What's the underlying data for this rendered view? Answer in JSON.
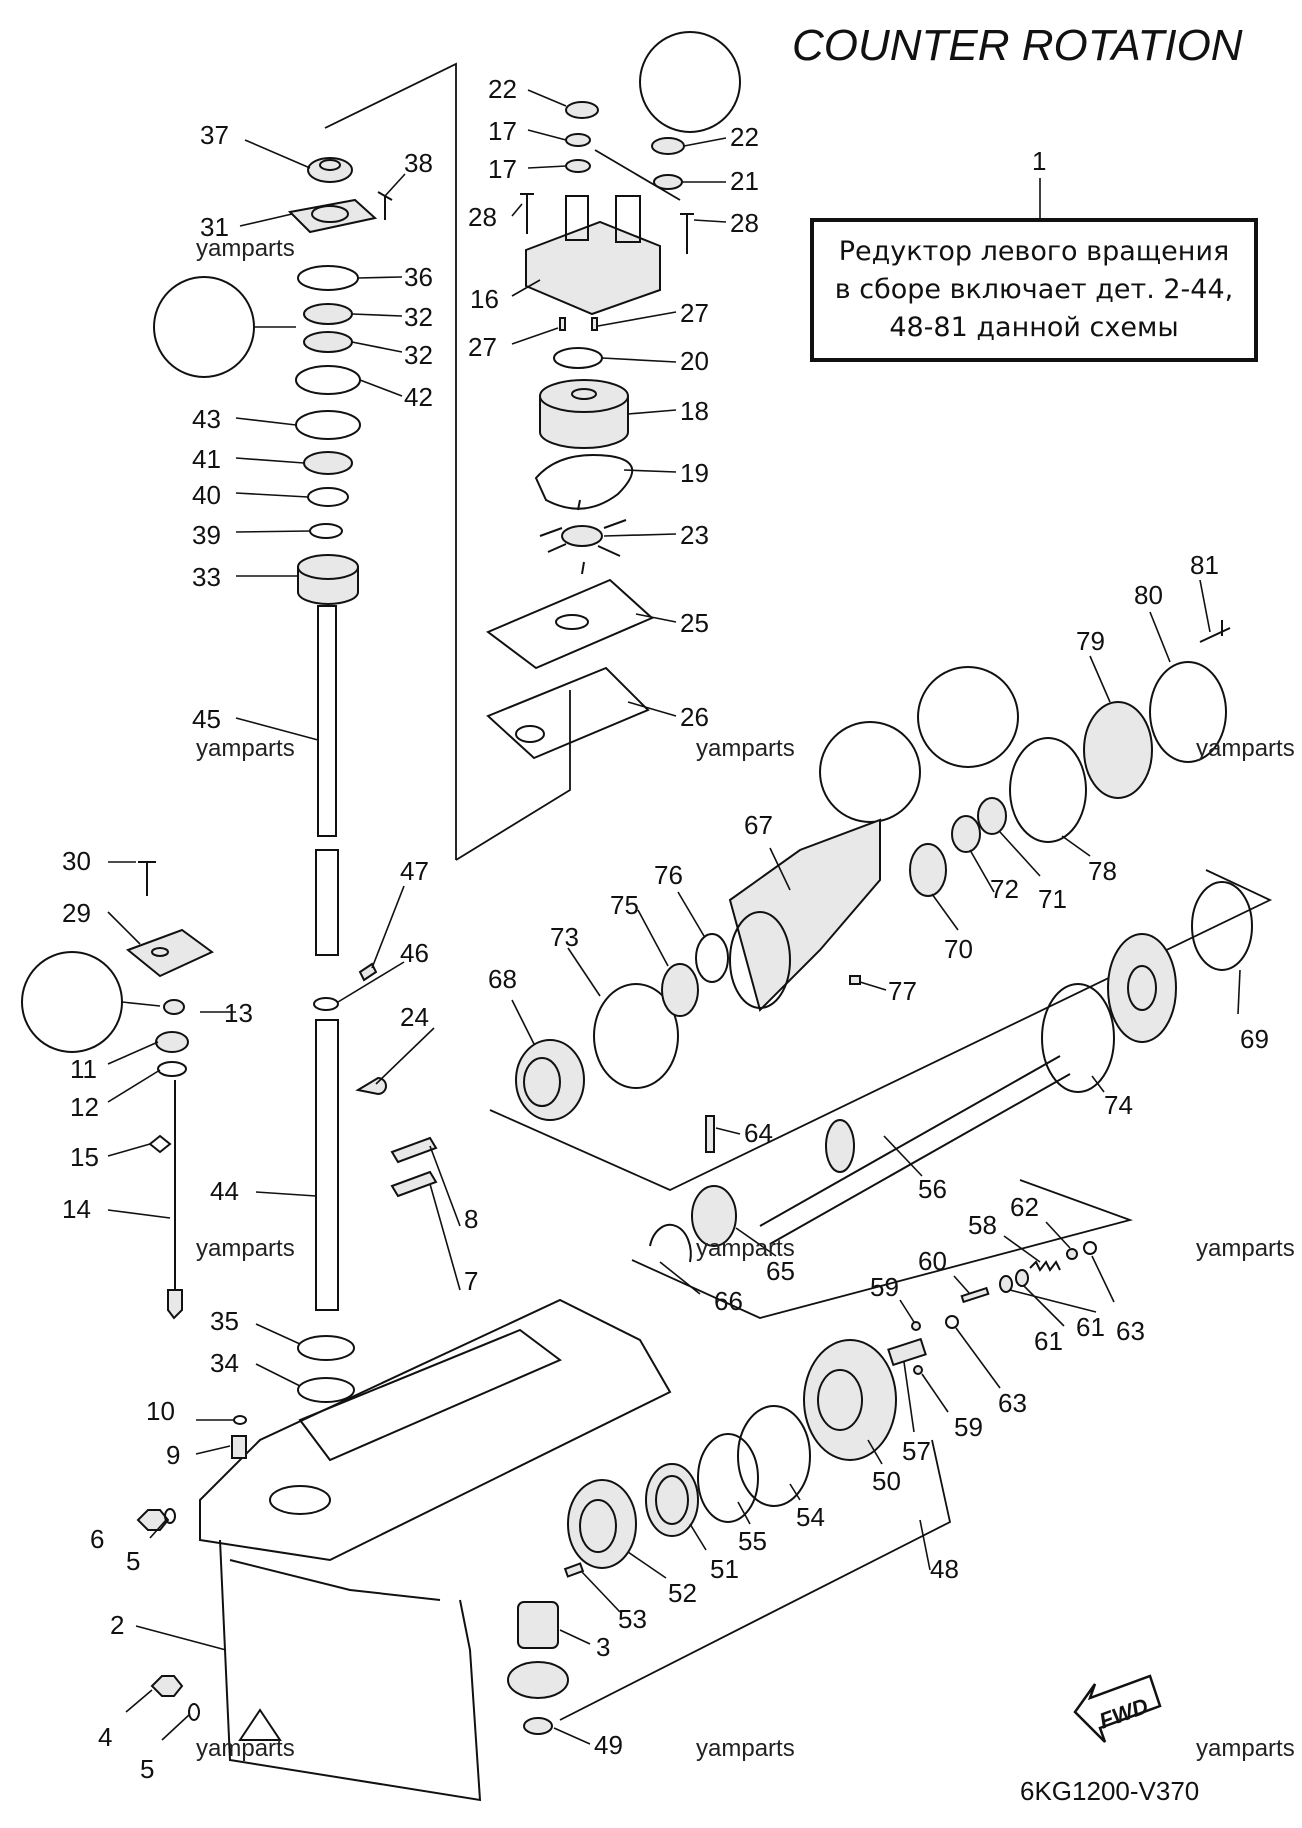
{
  "title": "COUNTER ROTATION",
  "drawing_code": "6KG1200-V370",
  "fwd_label": "FWD",
  "note": {
    "part_ref": "1",
    "lines": [
      "Редуктор левого вращения",
      "в сборе включает дет. 2-44,",
      "48-81 данной схемы"
    ]
  },
  "watermark": "yamparts",
  "labels": [
    {
      "id": "l37",
      "text": "37"
    },
    {
      "id": "l38",
      "text": "38"
    },
    {
      "id": "l31",
      "text": "31"
    },
    {
      "id": "l36",
      "text": "36"
    },
    {
      "id": "l32a",
      "text": "32"
    },
    {
      "id": "l32b",
      "text": "32"
    },
    {
      "id": "l42",
      "text": "42"
    },
    {
      "id": "l43",
      "text": "43"
    },
    {
      "id": "l41",
      "text": "41"
    },
    {
      "id": "l40",
      "text": "40"
    },
    {
      "id": "l39",
      "text": "39"
    },
    {
      "id": "l33",
      "text": "33"
    },
    {
      "id": "l45",
      "text": "45"
    },
    {
      "id": "l30",
      "text": "30"
    },
    {
      "id": "l29",
      "text": "29"
    },
    {
      "id": "l13",
      "text": "13"
    },
    {
      "id": "l11",
      "text": "11"
    },
    {
      "id": "l12",
      "text": "12"
    },
    {
      "id": "l15",
      "text": "15"
    },
    {
      "id": "l14",
      "text": "14"
    },
    {
      "id": "l47",
      "text": "47"
    },
    {
      "id": "l46",
      "text": "46"
    },
    {
      "id": "l24",
      "text": "24"
    },
    {
      "id": "l44",
      "text": "44"
    },
    {
      "id": "l8",
      "text": "8"
    },
    {
      "id": "l7",
      "text": "7"
    },
    {
      "id": "l35",
      "text": "35"
    },
    {
      "id": "l34",
      "text": "34"
    },
    {
      "id": "l10",
      "text": "10"
    },
    {
      "id": "l9",
      "text": "9"
    },
    {
      "id": "l6",
      "text": "6"
    },
    {
      "id": "l5a",
      "text": "5"
    },
    {
      "id": "l2",
      "text": "2"
    },
    {
      "id": "l4",
      "text": "4"
    },
    {
      "id": "l5b",
      "text": "5"
    },
    {
      "id": "l22a",
      "text": "22"
    },
    {
      "id": "l17a",
      "text": "17"
    },
    {
      "id": "l17b",
      "text": "17"
    },
    {
      "id": "l22b",
      "text": "22"
    },
    {
      "id": "l21",
      "text": "21"
    },
    {
      "id": "l28a",
      "text": "28"
    },
    {
      "id": "l28b",
      "text": "28"
    },
    {
      "id": "l16",
      "text": "16"
    },
    {
      "id": "l27a",
      "text": "27"
    },
    {
      "id": "l27b",
      "text": "27"
    },
    {
      "id": "l20",
      "text": "20"
    },
    {
      "id": "l18",
      "text": "18"
    },
    {
      "id": "l19",
      "text": "19"
    },
    {
      "id": "l23",
      "text": "23"
    },
    {
      "id": "l25",
      "text": "25"
    },
    {
      "id": "l26",
      "text": "26"
    },
    {
      "id": "l81",
      "text": "81"
    },
    {
      "id": "l80",
      "text": "80"
    },
    {
      "id": "l79",
      "text": "79"
    },
    {
      "id": "l78",
      "text": "78"
    },
    {
      "id": "l71",
      "text": "71"
    },
    {
      "id": "l72",
      "text": "72"
    },
    {
      "id": "l70",
      "text": "70"
    },
    {
      "id": "l67",
      "text": "67"
    },
    {
      "id": "l76",
      "text": "76"
    },
    {
      "id": "l75",
      "text": "75"
    },
    {
      "id": "l73",
      "text": "73"
    },
    {
      "id": "l68",
      "text": "68"
    },
    {
      "id": "l77",
      "text": "77"
    },
    {
      "id": "l69",
      "text": "69"
    },
    {
      "id": "l74",
      "text": "74"
    },
    {
      "id": "l64",
      "text": "64"
    },
    {
      "id": "l56",
      "text": "56"
    },
    {
      "id": "l65",
      "text": "65"
    },
    {
      "id": "l66",
      "text": "66"
    },
    {
      "id": "l58",
      "text": "58"
    },
    {
      "id": "l62",
      "text": "62"
    },
    {
      "id": "l60",
      "text": "60"
    },
    {
      "id": "l59a",
      "text": "59"
    },
    {
      "id": "l61a",
      "text": "61"
    },
    {
      "id": "l61b",
      "text": "61"
    },
    {
      "id": "l63a",
      "text": "63"
    },
    {
      "id": "l63b",
      "text": "63"
    },
    {
      "id": "l59b",
      "text": "59"
    },
    {
      "id": "l57",
      "text": "57"
    },
    {
      "id": "l50",
      "text": "50"
    },
    {
      "id": "l54",
      "text": "54"
    },
    {
      "id": "l55",
      "text": "55"
    },
    {
      "id": "l51",
      "text": "51"
    },
    {
      "id": "l52",
      "text": "52"
    },
    {
      "id": "l53",
      "text": "53"
    },
    {
      "id": "l3",
      "text": "3"
    },
    {
      "id": "l48",
      "text": "48"
    },
    {
      "id": "l49",
      "text": "49"
    }
  ]
}
